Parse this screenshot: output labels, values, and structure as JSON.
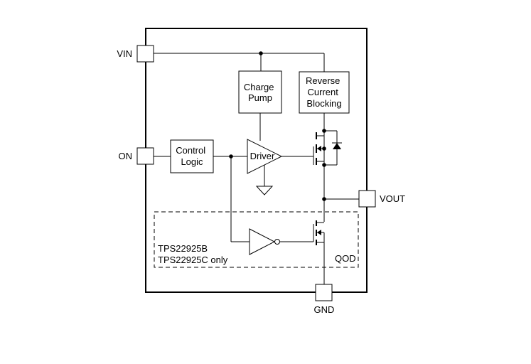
{
  "pins": {
    "vin": "VIN",
    "on": "ON",
    "vout": "VOUT",
    "gnd": "GND"
  },
  "blocks": {
    "charge_pump": [
      "Charge",
      "Pump"
    ],
    "reverse_current_blocking": [
      "Reverse",
      "Current",
      "Blocking"
    ],
    "control_logic": [
      "Control",
      "Logic"
    ],
    "driver": "Driver"
  },
  "qod_region": {
    "variant_lines": [
      "TPS22925B",
      "TPS22925C only"
    ],
    "label": "QOD"
  }
}
